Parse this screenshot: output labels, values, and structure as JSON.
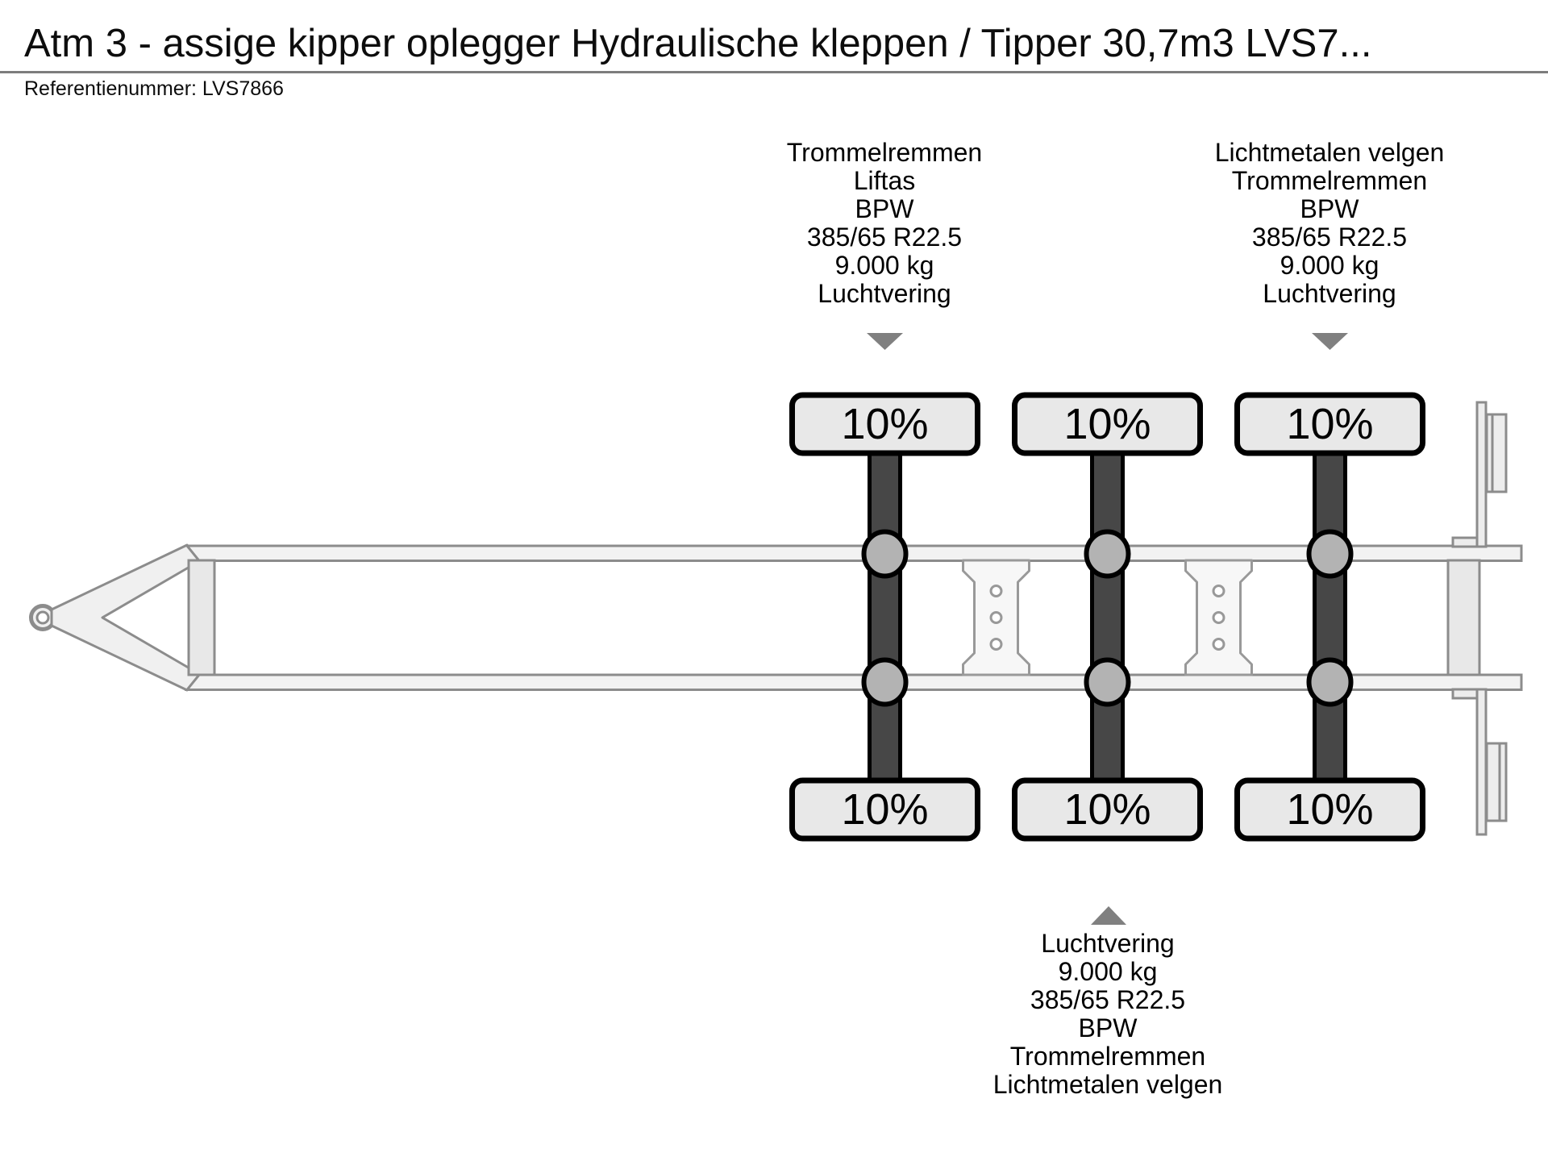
{
  "header": {
    "title": "Atm 3 - assige kipper oplegger Hydraulische kleppen / Tipper 30,7m3 LVS7...",
    "reference": "Referentienummer: LVS7866"
  },
  "annotations": {
    "axle1": {
      "lines": [
        "Trommelremmen",
        "Liftas",
        "BPW",
        "385/65 R22.5",
        "9.000 kg",
        "Luchtvering"
      ]
    },
    "axle3": {
      "lines": [
        "Lichtmetalen velgen",
        "Trommelremmen",
        "BPW",
        "385/65 R22.5",
        "9.000 kg",
        "Luchtvering"
      ]
    },
    "axle2": {
      "lines": [
        "Luchtvering",
        "9.000 kg",
        "385/65 R22.5",
        "BPW",
        "Trommelremmen",
        "Lichtmetalen velgen"
      ]
    }
  },
  "wheels": {
    "labels": [
      "10%",
      "10%",
      "10%",
      "10%",
      "10%",
      "10%"
    ]
  },
  "colors": {
    "frame_fill": "#f2f2f2",
    "frame_stroke": "#8c8c8c",
    "crossmember_fill": "#e8e8e8",
    "axle_fill": "#474747",
    "wheel_fill": "#e8e8e8",
    "hub_fill": "#b3b3b3",
    "arrow": "#808080",
    "text": "#000000"
  }
}
